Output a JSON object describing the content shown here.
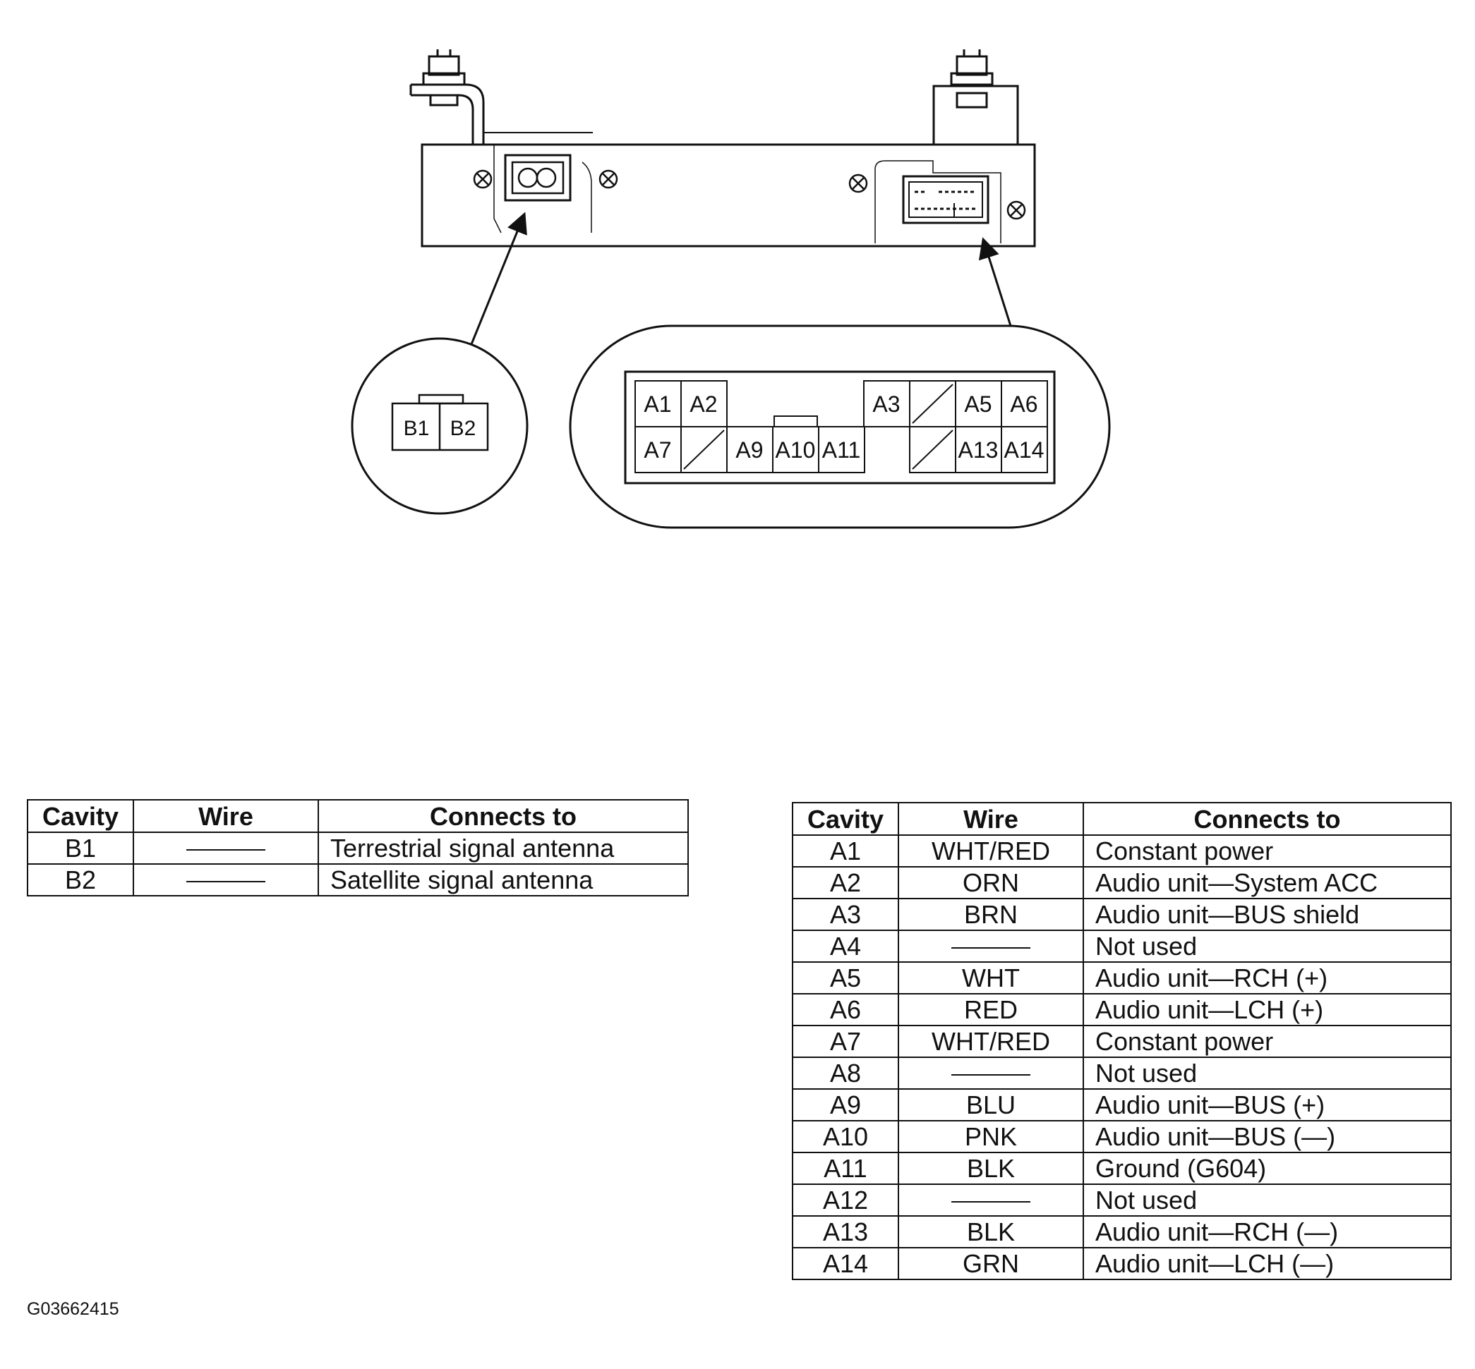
{
  "figure_code": "G03662415",
  "connector_b": {
    "cavities": [
      "B1",
      "B2"
    ]
  },
  "connector_a": {
    "top_row": [
      "A1",
      "A2",
      "A3",
      "A5",
      "A6"
    ],
    "bottom_row": [
      "A7",
      "A9",
      "A10",
      "A11",
      "A13",
      "A14"
    ]
  },
  "table_b": {
    "headers": {
      "cavity": "Cavity",
      "wire": "Wire",
      "connects_to": "Connects to"
    },
    "rows": [
      {
        "cavity": "B1",
        "wire": "",
        "connects_to": "Terrestrial signal antenna"
      },
      {
        "cavity": "B2",
        "wire": "",
        "connects_to": "Satellite signal antenna"
      }
    ]
  },
  "table_a": {
    "headers": {
      "cavity": "Cavity",
      "wire": "Wire",
      "connects_to": "Connects to"
    },
    "rows": [
      {
        "cavity": "A1",
        "wire": "WHT/RED",
        "connects_to": "Constant power"
      },
      {
        "cavity": "A2",
        "wire": "ORN",
        "connects_to": "Audio unit—System ACC"
      },
      {
        "cavity": "A3",
        "wire": "BRN",
        "connects_to": "Audio unit—BUS shield"
      },
      {
        "cavity": "A4",
        "wire": "",
        "connects_to": "Not used"
      },
      {
        "cavity": "A5",
        "wire": "WHT",
        "connects_to": "Audio unit—RCH (+)"
      },
      {
        "cavity": "A6",
        "wire": "RED",
        "connects_to": "Audio unit—LCH (+)"
      },
      {
        "cavity": "A7",
        "wire": "WHT/RED",
        "connects_to": "Constant power"
      },
      {
        "cavity": "A8",
        "wire": "",
        "connects_to": "Not used"
      },
      {
        "cavity": "A9",
        "wire": "BLU",
        "connects_to": "Audio unit—BUS (+)"
      },
      {
        "cavity": "A10",
        "wire": "PNK",
        "connects_to": "Audio unit—BUS (—)"
      },
      {
        "cavity": "A11",
        "wire": "BLK",
        "connects_to": "Ground (G604)"
      },
      {
        "cavity": "A12",
        "wire": "",
        "connects_to": "Not used"
      },
      {
        "cavity": "A13",
        "wire": "BLK",
        "connects_to": "Audio unit—RCH (—)"
      },
      {
        "cavity": "A14",
        "wire": "GRN",
        "connects_to": "Audio unit—LCH (—)"
      }
    ]
  }
}
